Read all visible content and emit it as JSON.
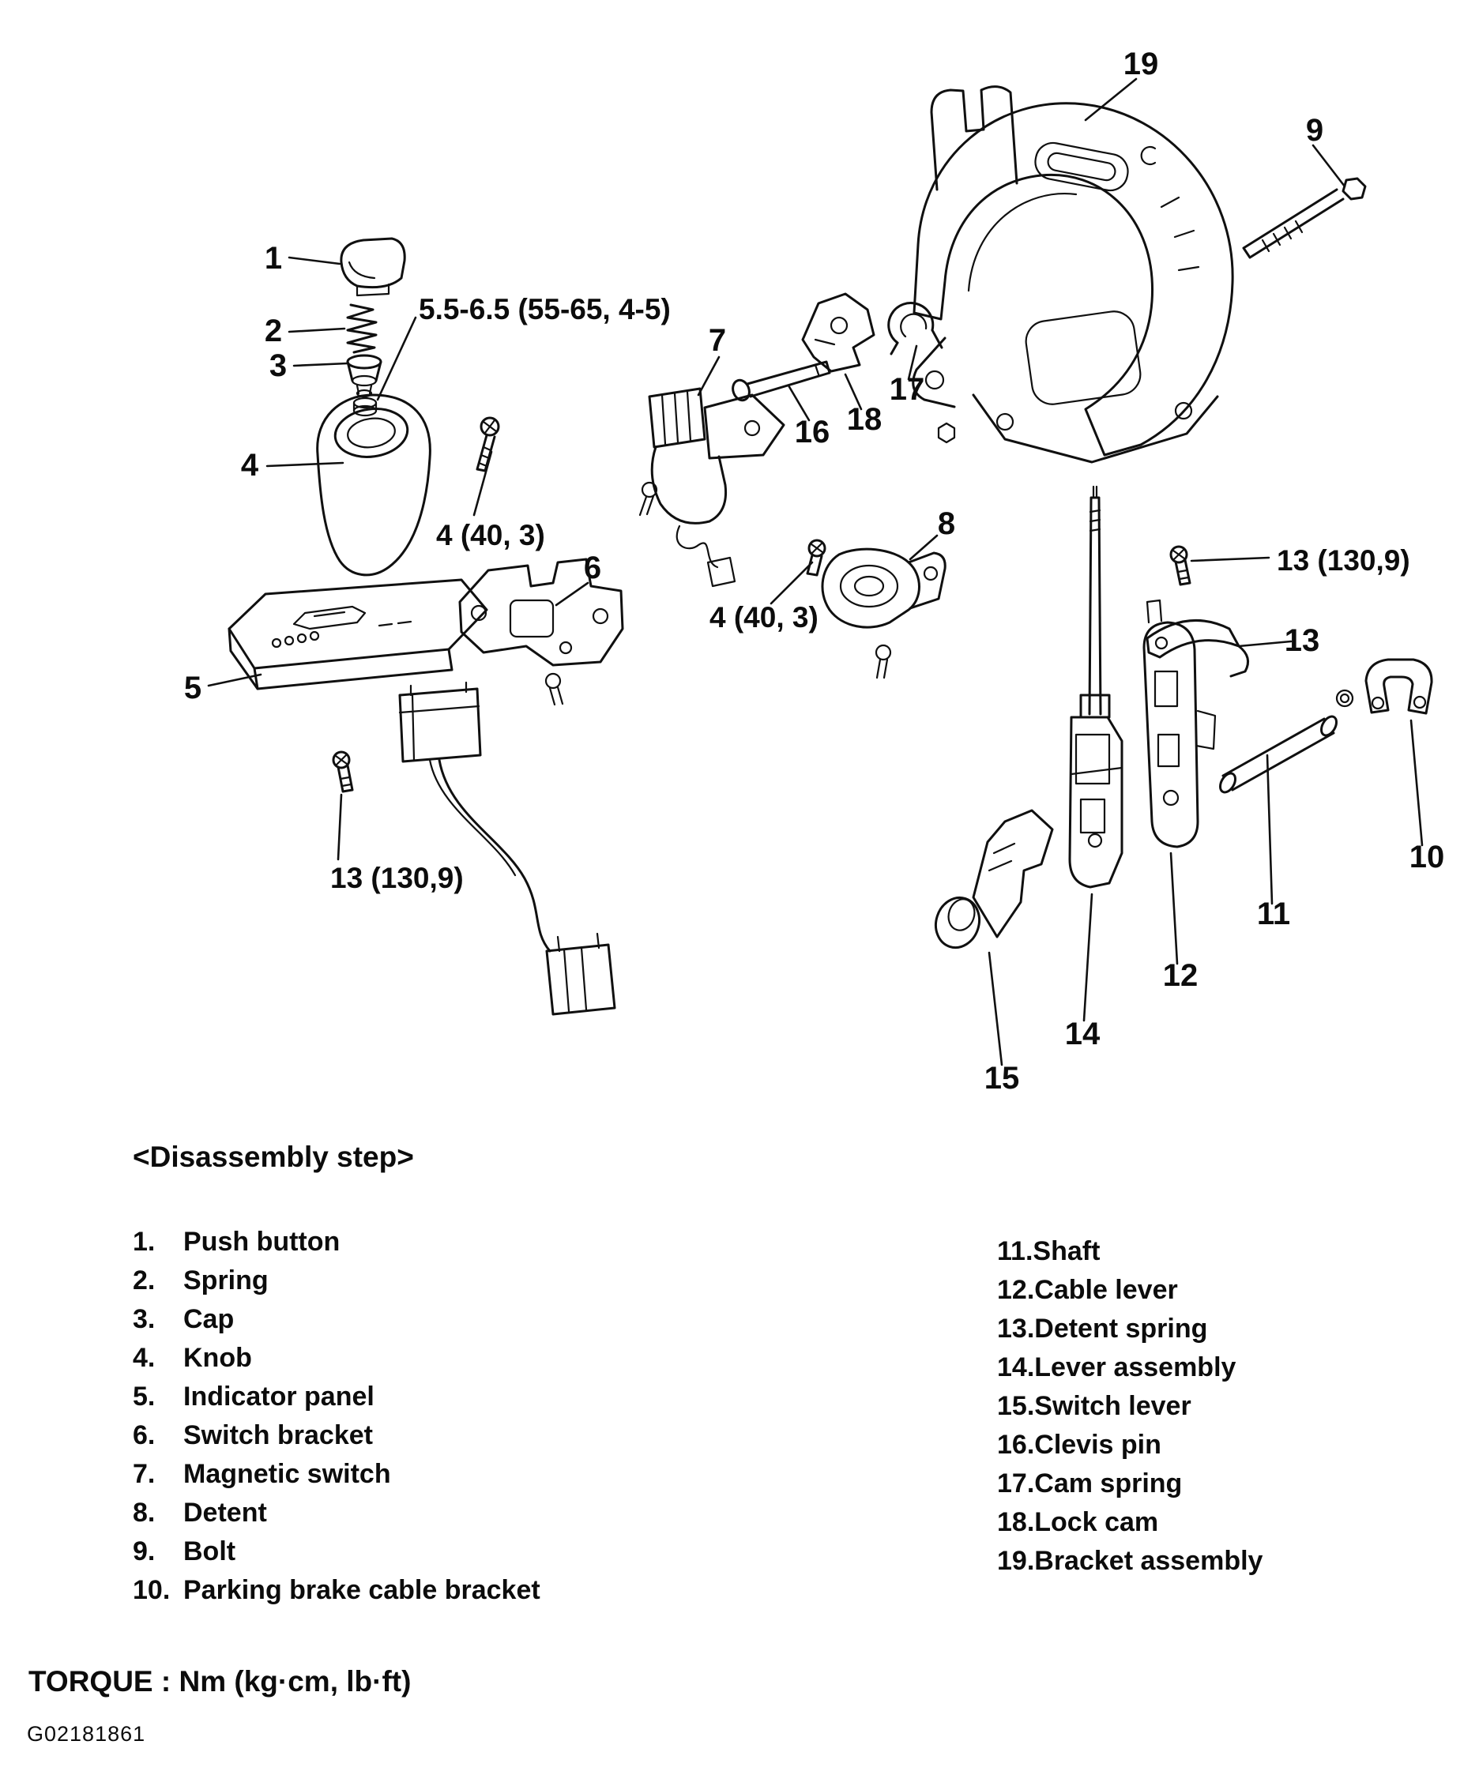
{
  "diagram": {
    "callouts": {
      "n1": "1",
      "n2": "2",
      "n3": "3",
      "n4": "4",
      "n5": "5",
      "n6": "6",
      "n7": "7",
      "n8": "8",
      "n9": "9",
      "n10": "10",
      "n11": "11",
      "n12": "12",
      "n13": "13",
      "n14": "14",
      "n15": "15",
      "n16": "16",
      "n17": "17",
      "n18": "18",
      "n19": "19"
    },
    "torque_labels": {
      "spring_seat": "5.5-6.5 (55-65, 4-5)",
      "bracket_screw_left": "4 (40, 3)",
      "bracket_screw_right": "4 (40, 3)",
      "panel_screw": "13 (130,9)",
      "detent_screw": "13 (130,9)"
    }
  },
  "legend": {
    "title": "<Disassembly step>",
    "left": [
      {
        "num": "1.",
        "label": "Push button"
      },
      {
        "num": "2.",
        "label": "Spring"
      },
      {
        "num": "3.",
        "label": "Cap"
      },
      {
        "num": "4.",
        "label": "Knob"
      },
      {
        "num": "5.",
        "label": "Indicator panel"
      },
      {
        "num": "6.",
        "label": "Switch bracket"
      },
      {
        "num": "7.",
        "label": "Magnetic switch"
      },
      {
        "num": "8.",
        "label": "Detent"
      },
      {
        "num": "9.",
        "label": "Bolt"
      },
      {
        "num": "10.",
        "label": "Parking brake cable bracket"
      }
    ],
    "right": [
      {
        "num": "11.",
        "label": "Shaft"
      },
      {
        "num": "12.",
        "label": "Cable lever"
      },
      {
        "num": "13.",
        "label": "Detent spring"
      },
      {
        "num": "14.",
        "label": "Lever assembly"
      },
      {
        "num": "15.",
        "label": "Switch lever"
      },
      {
        "num": "16.",
        "label": "Clevis pin"
      },
      {
        "num": "17.",
        "label": "Cam spring"
      },
      {
        "num": "18.",
        "label": "Lock cam"
      },
      {
        "num": "19.",
        "label": "Bracket assembly"
      }
    ]
  },
  "footer": {
    "torque_note": "TORQUE : Nm (kg·cm, lb·ft)",
    "figure_id": "G02181861"
  }
}
